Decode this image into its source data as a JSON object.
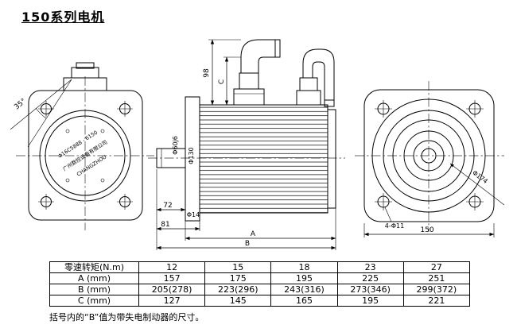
{
  "title": "150系列电机",
  "front": {
    "angle": "35°",
    "plate1": "Φ16C5888 - 6150",
    "plate2": "广州数控设备有限公司",
    "plate3": "CHANGZHOU"
  },
  "side": {
    "d98": "98",
    "dC": "C",
    "shaft": "Φ60j6",
    "pilot": "Φ130",
    "d72": "72",
    "phi14": "Φ14",
    "d81": "81",
    "dA": "A",
    "dB": "B"
  },
  "rear": {
    "phi174": "Φ174",
    "holes": "4-Φ11",
    "d150": "150"
  },
  "table": {
    "header": [
      "零速转矩(N.m)",
      "12",
      "15",
      "18",
      "23",
      "27"
    ],
    "rows": [
      [
        "A (mm)",
        "157",
        "175",
        "195",
        "225",
        "251"
      ],
      [
        "B (mm)",
        "205(278)",
        "223(296)",
        "243(316)",
        "273(346)",
        "299(372)"
      ],
      [
        "C (mm)",
        "127",
        "145",
        "165",
        "195",
        "221"
      ]
    ]
  },
  "note": "括号内的“B”值为带失电制动器的尺寸。"
}
